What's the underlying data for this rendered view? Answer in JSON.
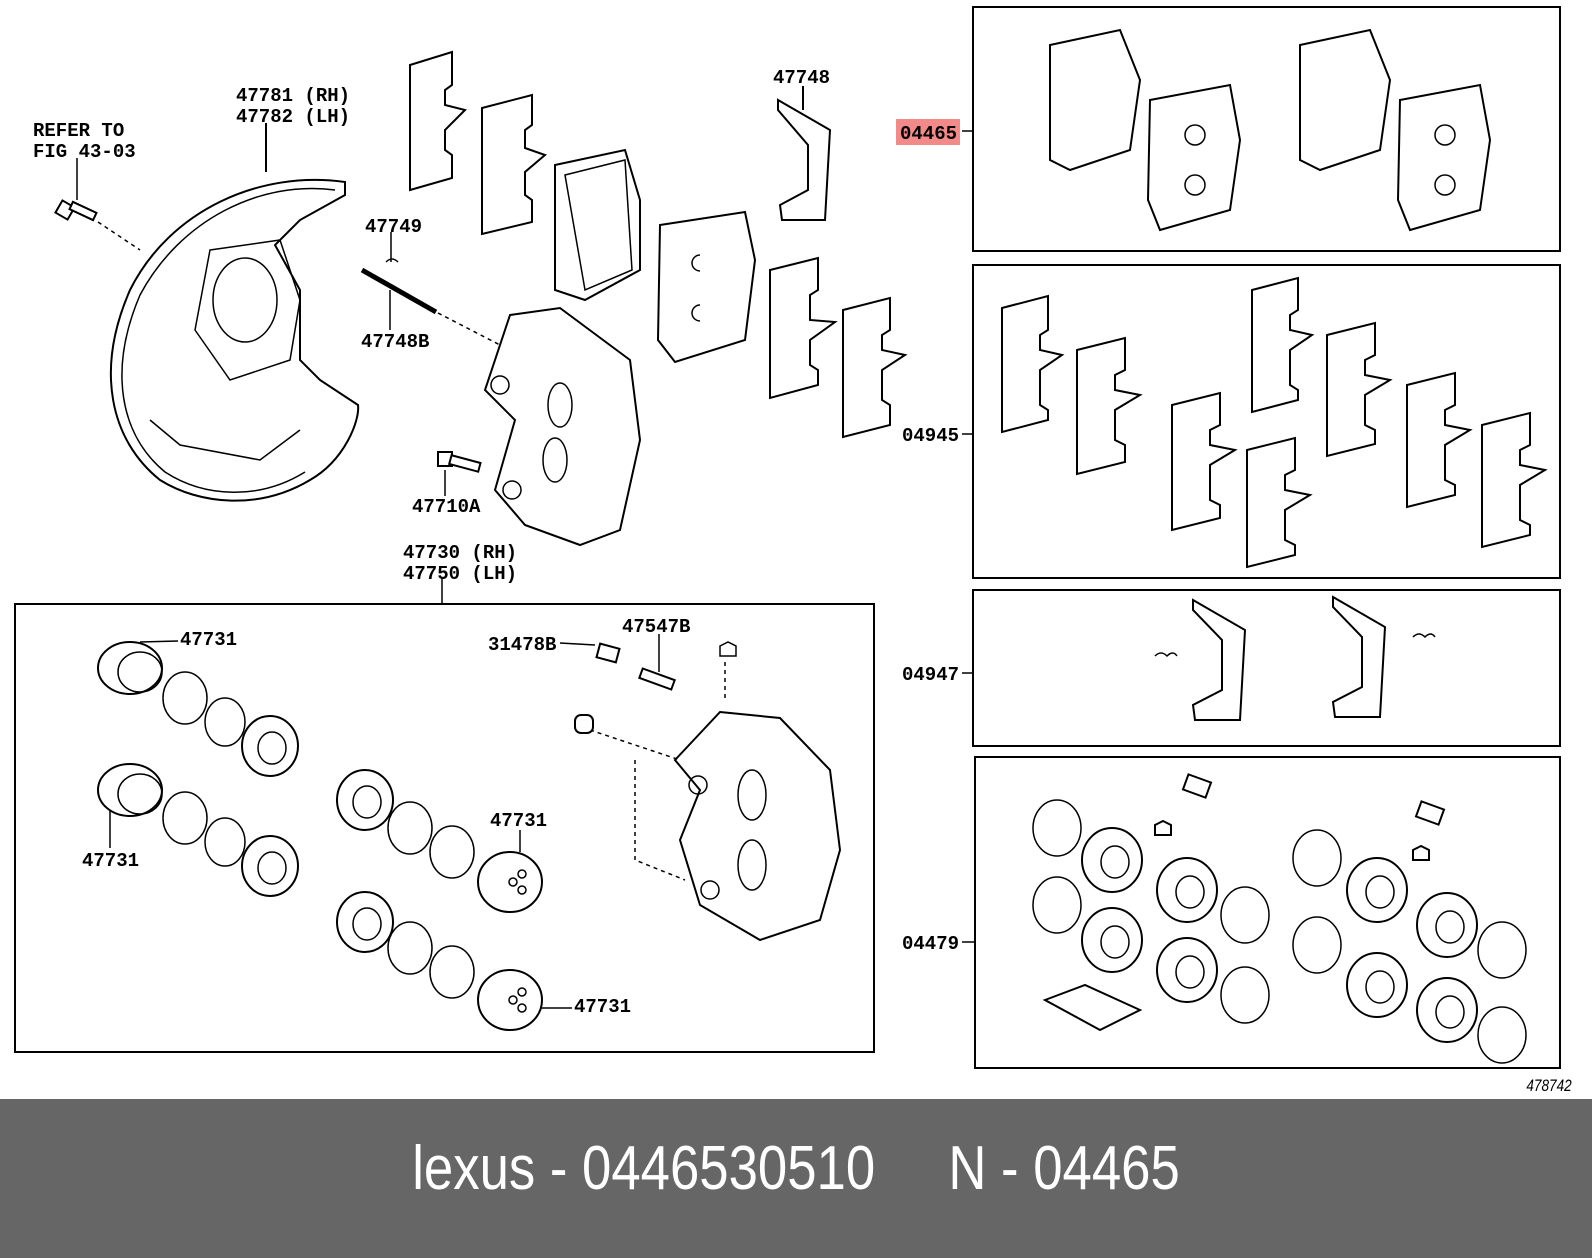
{
  "labels": {
    "refer_to_line1": "REFER TO",
    "refer_to_line2": "FIG 43-03",
    "dust_cover_rh": "47781 (RH)",
    "dust_cover_lh": "47782 (LH)",
    "clip": "47749",
    "pin": "47748B",
    "spring": "47748",
    "bolt": "47710A",
    "caliper_rh": "47730 (RH)",
    "caliper_lh": "47750 (LH)",
    "pad_kit": "04465",
    "shim_kit": "04945",
    "fitting_kit": "04947",
    "cylinder_kit": "04479",
    "piston_1": "47731",
    "piston_2": "47731",
    "piston_3": "47731",
    "piston_4": "47731",
    "cap": "31478B",
    "bleeder": "47547B"
  },
  "highlight_color": "#f28a8a",
  "diagram_ref": "478742",
  "footer": {
    "caption": "lexus - 0446530510     N - 04465"
  }
}
